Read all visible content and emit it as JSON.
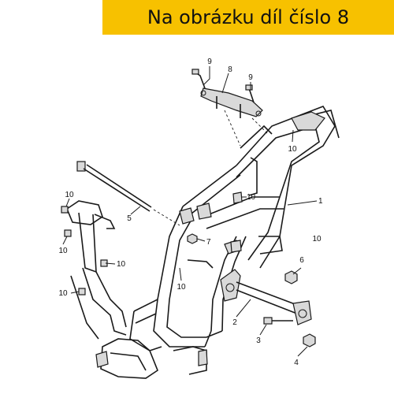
{
  "header": {
    "title": "Na obrázku díl číslo 8"
  },
  "callouts": [
    {
      "id": "c-9a",
      "label": "9"
    },
    {
      "id": "c-8",
      "label": "8"
    },
    {
      "id": "c-9b",
      "label": "9"
    },
    {
      "id": "c-10a",
      "label": "10"
    },
    {
      "id": "c-10b",
      "label": "10"
    },
    {
      "id": "c-1",
      "label": "1"
    },
    {
      "id": "c-10c",
      "label": "10"
    },
    {
      "id": "c-5",
      "label": "5"
    },
    {
      "id": "c-10d",
      "label": "10"
    },
    {
      "id": "c-7",
      "label": "7"
    },
    {
      "id": "c-10e",
      "label": "10"
    },
    {
      "id": "c-6",
      "label": "6"
    },
    {
      "id": "c-10f",
      "label": "10"
    },
    {
      "id": "c-10g",
      "label": "10"
    },
    {
      "id": "c-10h",
      "label": "10"
    },
    {
      "id": "c-2",
      "label": "2"
    },
    {
      "id": "c-3",
      "label": "3"
    },
    {
      "id": "c-4",
      "label": "4"
    }
  ]
}
